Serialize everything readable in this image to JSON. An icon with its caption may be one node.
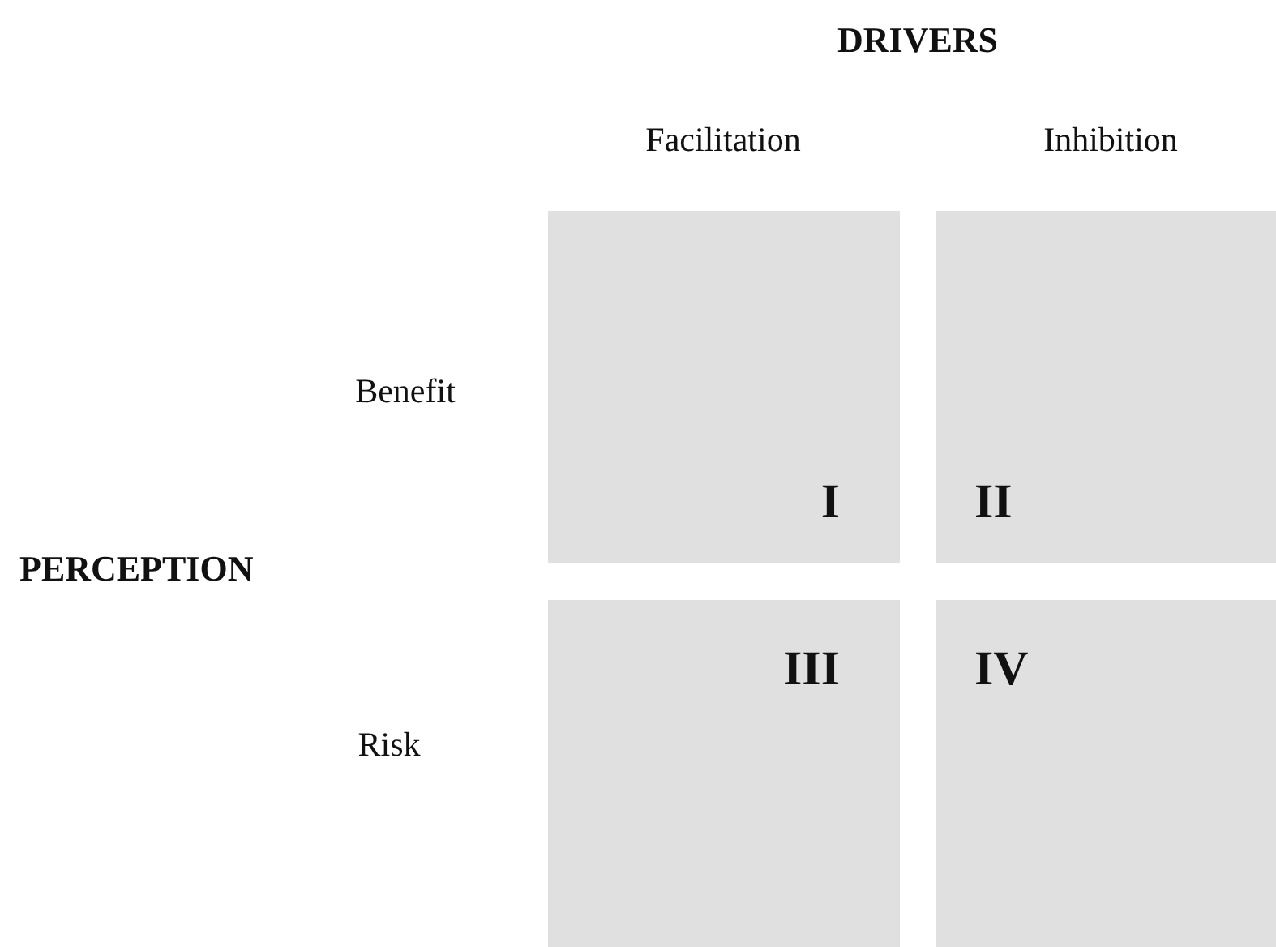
{
  "diagram": {
    "nodes": [
      {
        "text": [
          "I"
        ]
      },
      {
        "text": [
          "II"
        ]
      },
      {
        "text": [
          "III"
        ]
      },
      {
        "text": [
          "IV"
        ]
      }
    ],
    "labels": [
      "DRIVERS",
      "Facilitation",
      "Inhibition",
      "Benefit",
      "PERCEPTION",
      "Risk"
    ]
  }
}
